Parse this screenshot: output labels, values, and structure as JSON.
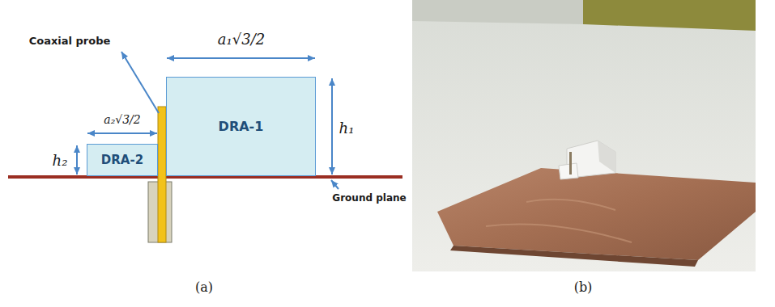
{
  "diagram": {
    "nodes": [
      {
        "text": [
          "DRA-1"
        ]
      },
      {
        "text": [
          "DRA-2"
        ]
      }
    ],
    "labels": [
      "Coaxial probe",
      "a₁√3/2",
      "h₁",
      "a₂√3/2",
      "h₂",
      "Ground plane",
      "(a)",
      "(b)"
    ]
  }
}
